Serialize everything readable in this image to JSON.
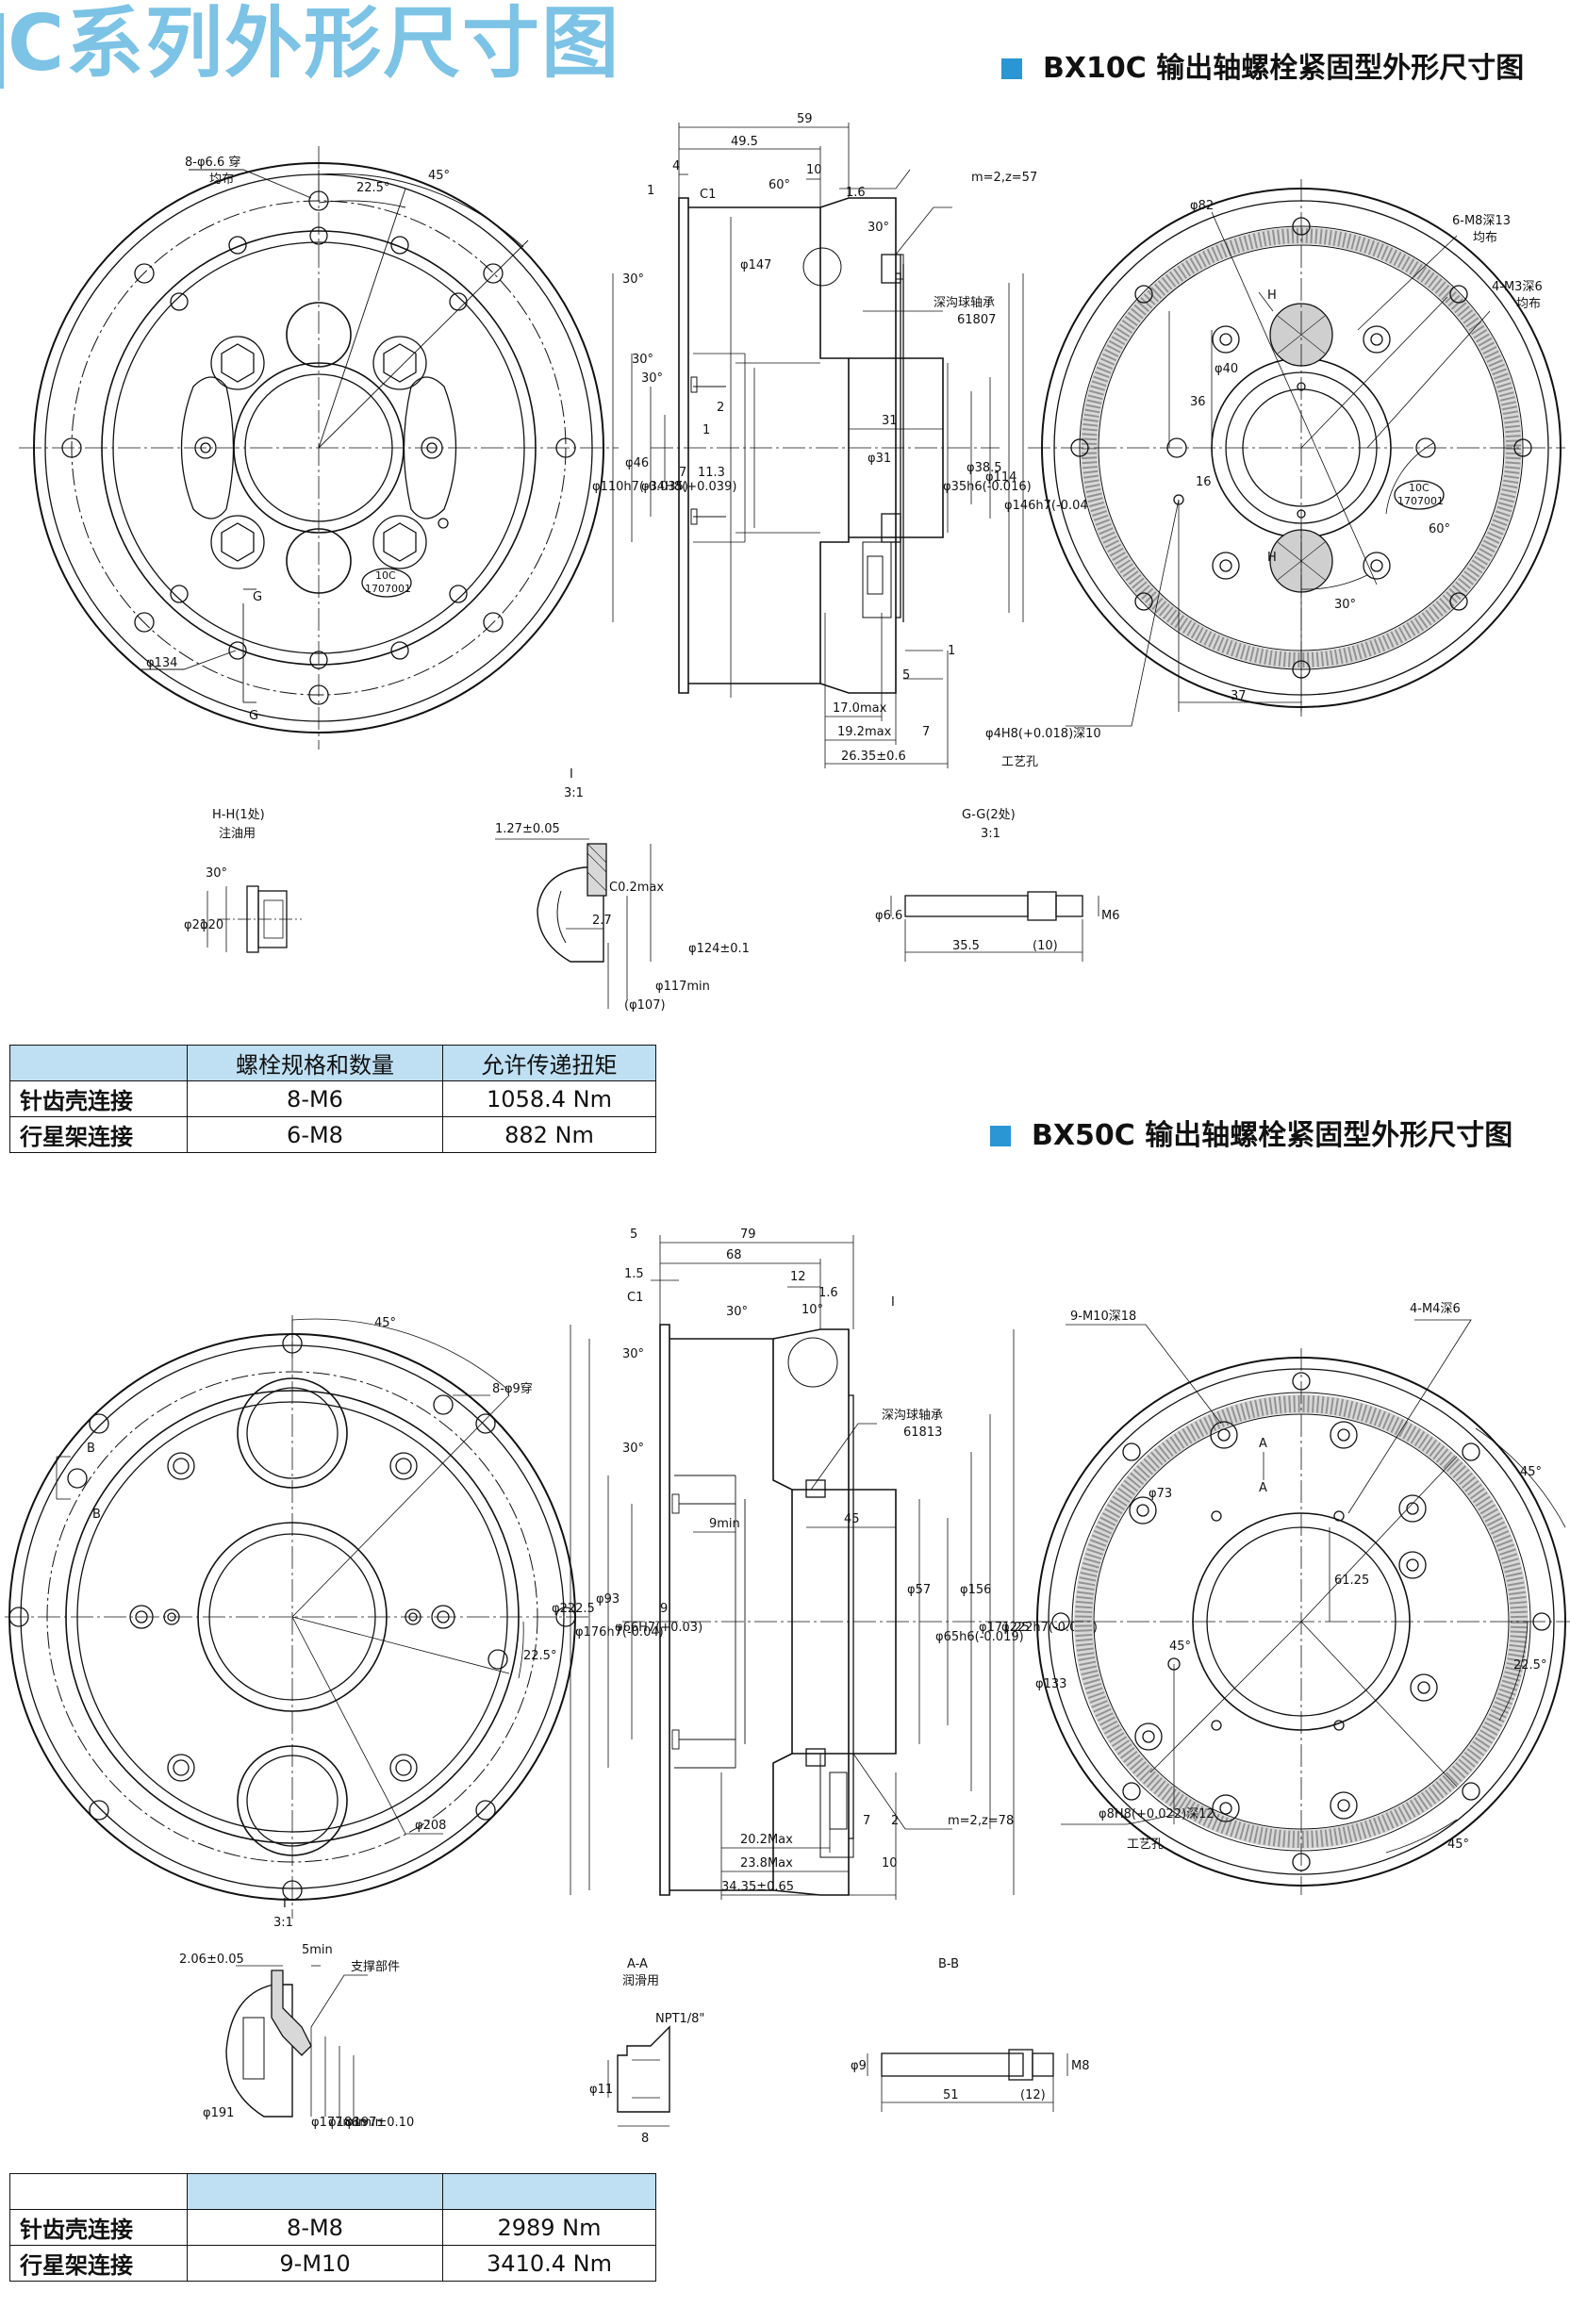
{
  "page_title": "C系列外形尺寸图",
  "section1": {
    "heading": "BX10C  输出轴螺栓紧固型外形尺寸图",
    "front_view": {
      "holes": "8-φ6.6 穿",
      "holes_sub": "均布",
      "ang_45": "45°",
      "ang_22": "22.5°",
      "dia_134": "φ134",
      "sec_g": "G",
      "sec_g2": "G",
      "nameplate_1": "10C",
      "nameplate_2": "1707001"
    },
    "side_view": {
      "d59": "59",
      "d495": "49.5",
      "d4": "4",
      "d1": "1",
      "c1": "C1",
      "a60": "60°",
      "d10": "10",
      "d16": "1.6",
      "a30a": "30°",
      "a30b": "30°",
      "gear": "m=2,z=57",
      "bearing": "深沟球轴承",
      "bearing_no": "61807",
      "d147": "φ147",
      "d110": "φ110h7(-0.035)",
      "d46": "φ46",
      "d34": "φ34H8(+0.039)",
      "d7": "7",
      "d113": "11.3",
      "d31a": "31",
      "d31b": "φ31",
      "d35": "φ35h6(-0.016)",
      "d385": "φ38.5",
      "d114": "φ114",
      "d146": "φ146h7(-0.046)",
      "a30c": "30°",
      "a30d": "30°",
      "d2": "2",
      "d1b": "1",
      "d1c": "1",
      "d5": "5",
      "d170": "17.0max",
      "d192": "19.2max",
      "d7b": "7",
      "d2635": "26.35±0.6"
    },
    "rear_view": {
      "d82": "φ82",
      "m8": "6-M8深13",
      "m8_sub": "均布",
      "m3": "4-M3深6",
      "m3_sub": "均布",
      "h1": "H",
      "h2": "H",
      "d40": "φ40",
      "d36": "36",
      "d16": "16",
      "a60": "60°",
      "a30": "30°",
      "d37": "37",
      "pin": "φ4H8(+0.018)深10",
      "pin_sub": "工艺孔",
      "nameplate_1": "10C",
      "nameplate_2": "1707001"
    },
    "detail_hh": {
      "title": "H-H(1处)",
      "sub": "注油用",
      "a30": "30°",
      "d21": "φ21",
      "d20": "φ20"
    },
    "detail_i": {
      "title": "I",
      "scale": "3:1",
      "d127": "1.27±0.05",
      "c02": "C0.2max",
      "d27": "2.7",
      "d124": "φ124±0.1",
      "d117": "φ117min",
      "d107": "(φ107)"
    },
    "detail_gg": {
      "title": "G-G(2处)",
      "scale": "3:1",
      "d66": "φ6.6",
      "m6": "M6",
      "d355": "35.5",
      "d10": "(10)"
    },
    "table": {
      "headers": [
        "",
        "螺栓规格和数量",
        "允许传递扭矩"
      ],
      "rows": [
        [
          "针齿壳连接",
          "8-M6",
          "1058.4 Nm"
        ],
        [
          "行星架连接",
          "6-M8",
          "882 Nm"
        ]
      ]
    }
  },
  "section2": {
    "heading": "BX50C  输出轴螺栓紧固型外形尺寸图",
    "front_view": {
      "ang_45": "45°",
      "holes": "8-φ9穿",
      "ang_22": "22.5°",
      "dia_208": "φ208",
      "sec_b1": "B",
      "sec_b2": "B"
    },
    "side_view": {
      "d79": "79",
      "d5": "5",
      "d68": "68",
      "d15": "1.5",
      "d12": "12",
      "c1": "C1",
      "a30a": "30°",
      "a10": "10°",
      "d16": "1.6",
      "sec_i": "I",
      "a30b": "30°",
      "a30c": "30°",
      "bearing": "深沟球轴承",
      "bearing_no": "61813",
      "d2225": "φ222.5",
      "d176": "φ176h7(-0.04)",
      "d93": "φ93",
      "d66": "φ66H7(+0.03)",
      "d9min": "9min",
      "d45": "45",
      "d9": "9",
      "d57": "φ57",
      "d65": "φ65h6(-0.019)",
      "d156": "φ156",
      "d17125": "φ171.25",
      "d222": "φ222h7(-0.046)",
      "d7": "7",
      "d2": "2",
      "gear": "m=2,z=78",
      "d202": "20.2Max",
      "d238": "23.8Max",
      "d10": "10",
      "d3435": "34.35±0.65"
    },
    "rear_view": {
      "m4": "4-M4深6",
      "m10": "9-M10深18",
      "a1": "A",
      "a2": "A",
      "d73": "φ73",
      "d6125": "61.25",
      "a45a": "45°",
      "a45b": "45°",
      "a225": "22.5°",
      "a45c": "45°",
      "d133": "φ133",
      "pin": "φ8H8(+0.022)深12",
      "pin_sub": "工艺孔"
    },
    "detail_i": {
      "title": "I",
      "scale": "3:1",
      "d206": "2.06±0.05",
      "d5min": "5min",
      "support": "支撑部件",
      "d191": "φ191",
      "d177": "φ177min",
      "d188": "φ188min",
      "d197": "φ197±0.10"
    },
    "detail_aa": {
      "title": "A-A",
      "sub": "润滑用",
      "npt": "NPT1/8\"",
      "d11": "φ11",
      "d8": "8"
    },
    "detail_bb": {
      "title": "B-B",
      "d9": "φ9",
      "m8": "M8",
      "d51": "51",
      "d12": "(12)"
    },
    "table": {
      "headers": [
        "",
        "",
        ""
      ],
      "rows": [
        [
          "针齿壳连接",
          "8-M8",
          "2989 Nm"
        ],
        [
          "行星架连接",
          "9-M10",
          "3410.4 Nm"
        ]
      ]
    }
  }
}
